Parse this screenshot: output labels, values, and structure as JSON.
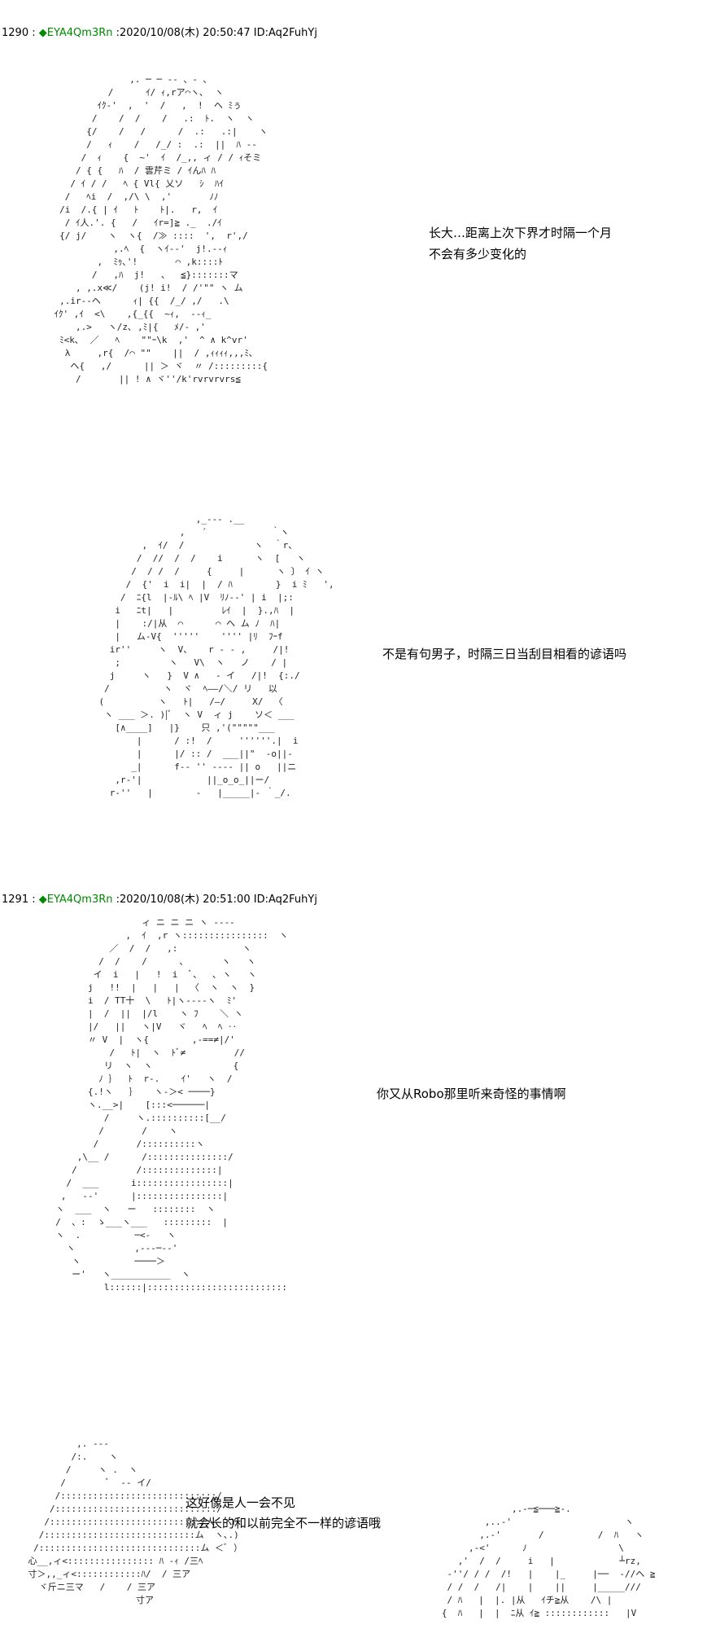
{
  "posts": [
    {
      "number": "1290",
      "separator": " : ",
      "trip": "◆EYA4Qm3Rn",
      "meta": " :2020/10/08(木) 20:50:47 ID:Aq2FuhYj"
    },
    {
      "number": "1291",
      "separator": " : ",
      "trip": "◆EYA4Qm3Rn",
      "meta": " :2020/10/08(木) 20:51:00 ID:Aq2FuhYj"
    }
  ],
  "dialogs": {
    "d1_line1": "长大…距离上次下界才时隔一个月",
    "d1_line2": "不会有多少变化的",
    "d2_line1": "不是有句男子，时隔三日当刮目相看的谚语吗",
    "d3_line1": "你又从Robo那里听来奇怪的事情啊",
    "d4_line1": "这好像是人一会不见",
    "d4_line2": "就会长的和以前完全不一样的谚语哦"
  },
  "art": {
    "a1": "                  ,. ─ ─ -‐ 、- ､\n              /      ｲ/ ｨ,rア⌒ヽ､  ヽ\n            ｲｸ‐'  ,  '  /   ,  !  ヘ ﾐぅ\n           /    /  /    /   .:  ﾄ.  ヽ  ヽ\n          {/    /   /      /  .:   .:|    ヽ\n          /   ｨ    /   /_/ :  .:  ||  ﾊ --\n         /  ｨ    {  ~'  ｲ  /_,, ィ / / ｨそミ\n        / { {   ﾊ  / 雲芹ミ / ｲんﾊ ﾊ\n       / ｲ / /   ﾍ { Vl{ 乂ソ   ｼ  ﾊｲ\n      /   ﾍi  /  ,/\\ \\  ,'       ﾉﾉ\n     /i  /.{ | ｲ   ﾄ    ﾄ|.   r,  ｲ\n      / ｲ人.'. {   /   ｲr=]≧ ._  ./ｲ\n     {/ j/    ヽ  ヽ{  /≫ ::::  ',  r',/\n               ,.ﾍ  {  ヽｲ--'  j!.--ｨ\n            ,  ﾐｩ､'!       ⌒ ,k::::ﾄ\n           /   ,ﾊ  j!   、  ≦}:::::::マ\n        , ,.x≪/    (j! i!  / /'\"\" ヽ ム\n     ,.ir--ヘ      ｨ| {{  /_/ ,/   .\\\n    ｲｸ' ,ｲ  <\\    ,{_{{  ~ｨ,  ‐‐ｨ_\n        ,.>   ヽ/z､ ,ﾐ|{   ﾒ/- ,'\n     ﾐ<k､  ／   ﾍ    \"\"ｰ\\k  ,'  ^ ∧ k^vr'\n      λ     ,r{  /⌒ \"\"    ||  / ,ｨｨｨｨ,,,ﾐ､\n       ヘ{   ,/      || ＞ ヾ  〃 /:::::::::{\n        /       || ! ∧ ヾ''/k'rvrvrvrs≦",
    "a2": "                      ,_--- .__\n                   ,   ´            ｀ヽ\n            ,  ｲ/  /             ヽ  ｀r、\n           /  //  /  /    i      ヽ  [   ヽ\n          /  / /  /     {     |      ヽ 〕 ｲ ヽ\n         /  {'  i  i|  |  / ﾊ        }  i ﾐ   ',\n        /  ﾆ{l  |-ﾙ\\ ﾍ |V  ﾘﾉ--' | i  |;:\n       i   ﾆt|   |         ﾚｲ  |  }.,ﾊ  |\n       |    :/|从  ⌒      ⌒ へ ム ﾉ  ﾊ|\n       |   ム-V{  '''''    '''' |ﾘ  ﾌｰf\n      ir''     ヽ  V、   r ‐ ‐ ,     /|!\n       ;         ヽ   V\\  ヽ   ノ    / |\n      j     ヽ   }  V ∧   ‐ イ   /|!  {:./\n     /          ヽ  ヾ  ﾍ——/＼/ リ   以\n    (          ヽ   ﾄ|   /—/     X/  〈\n     ヽ ___ ＞. )|ﾞ  ヽ V  ィ j    ソ＜ ___\n       [∧____]   |}    只 ,'(\"\"\"\"\"___\n           |      / :!  /     ''''''.|  i\n           |      |/ :: /  ___||\"  ‐ο||‐\n          _|      f-‐ '' ---- || ο   ||ニ\n       ,r‐'|            ||_ο_ο_||ー/\n      r‐''   |        ‐   |_____|‐ ｀_/.",
    "a3": "                  ィ ニ ニ ニ ヽ ----\n               ,  ｲ  ,r ヽ::::::::::::::::  ヽ\n            ／  /  /   ,:            ヽ\n          /  /    /      ､       ヽ   ヽ\n         イ  i   |   !  i  ﾞ、  ､ ヽ   ヽ\n        j   !!  |   |   |  〈  ヽ  ヽ  }\n        i  / TT十  \\   ﾄ|ヽ----ヽ  ﾐ'\n        |  /  ||  |/l    ヽ ﾌ    ＼ ヽ\n        |/   ||   ヽ|V   ヾ   ﾍ  ﾍ ‥\n        〃 V  |  ヽ{        ,-==≠|/'\n            /   ﾄ|  ヽ  ﾄﾞ≠         //\n           リ  ヽ  ヽ               {\n          ﾉ ｝  ﾄ  r‐.    ｲ'   ヽ  /\n        {.!ヽ   ｝   ヽ-＞< ────}\n        ヽ.__>|    [:::<──────|\n           /     ヽ.::::::::::[__/\n          /       /    ヽ\n         /       /::::::::::ヽ\n      ,\\__ /      /:::::::::::::::/\n     /           /::::::::::::::|\n    /  ___      i:::::::::::::::::|\n   ,   --'      |::::::::::::::::|\n  ヽ  ___  ヽ   ー   ::::::::  ヽ\n  /  、:  ゝ___ヽ___   :::::::::  |\n  ヽ  .          ─<‐   ヽ\n    ヽ           ,--‐─‐‐'\n     ヽ          ────＞\n     ー'   ヽ___________  ヽ\n           l::::::|::::::::::::::::::::::::::",
    "a4": "             ,. -‐-\n            /:.    ヽ\n           /     ヽ .  ヽ\n          /        ﾞ  ‐‐ イ/\n         /:::::::::::::::::::::::::::::/\n        /::::::::::::::::::::::::::::::/\n       /::::::::::::::::::::::::::::/人   Y\n      /::::::::::::::::::::::::::::ム  ヽ､.)\n     /::::::::::::::::::::::::::::::ム ＜ﾞ ）\n    心__,ィ<:::::::::::::::: ﾊ ‐ｨ /三ﾍ\n    寸＞,,_ィ<::::::::::::ﾊ/  / 三ア\n      ヾ斤ニ三マ   /    / 三ア\n                        寸ア",
    "a5": "                        ,.-─≦───≧-.\n                   ,..-'                     ヽ\n                  ,.-'       /          /  ﾊ   ヽ\n                ,-<'      ﾉ                 \\\n              ,'  /  /     i   |            ┴rz,\n            ‐''/ / /  /!   |    |_     |──  ‐//ヘ ≧\n            / /  /   /|    |    ||     |_____///\n            / ﾊ   |  |. |从   ｲチ≧从    /\\ |\n           {  ﾊ   |  |  ﾆ从 ｲ≧ ::::::::::::   |V"
  }
}
